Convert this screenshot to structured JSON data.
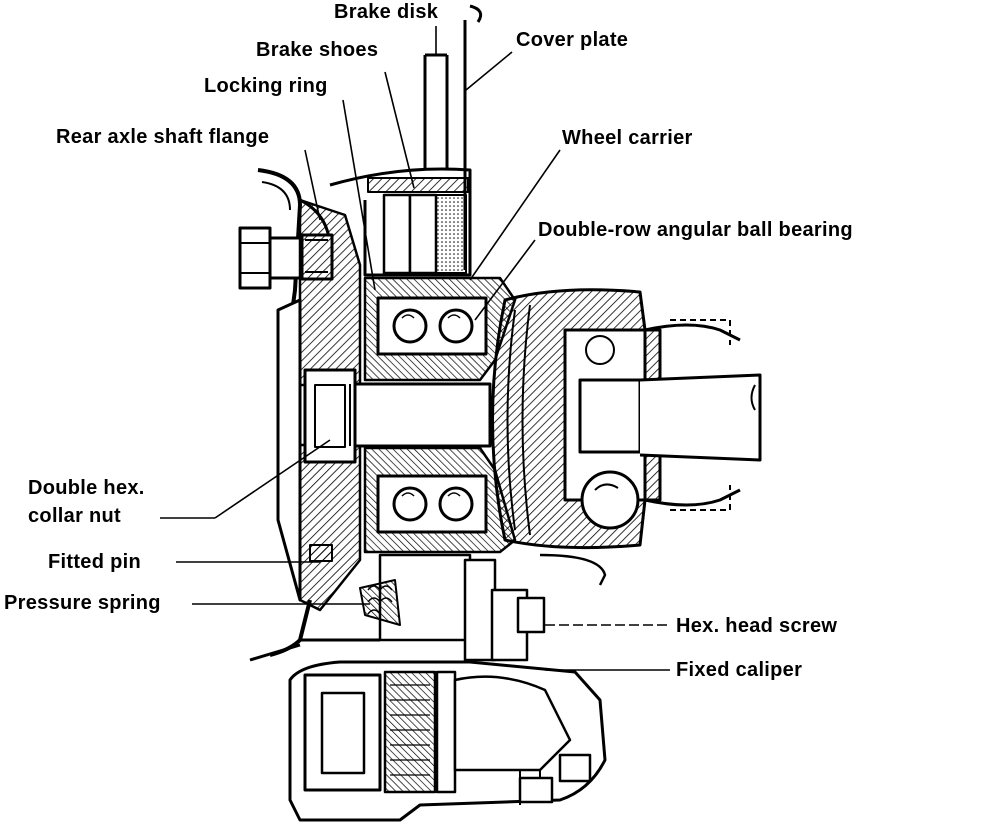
{
  "labels": {
    "brake_disk": "Brake disk",
    "brake_shoes": "Brake shoes",
    "cover_plate": "Cover plate",
    "locking_ring": "Locking ring",
    "rear_axle_shaft_flange": "Rear axle shaft flange",
    "wheel_carrier": "Wheel carrier",
    "double_row_bearing": "Double-row angular ball bearing",
    "double_hex_collar_nut_line1": "Double hex.",
    "double_hex_collar_nut_line2": "collar nut",
    "fitted_pin": "Fitted pin",
    "pressure_spring": "Pressure spring",
    "hex_head_screw": "Hex. head screw",
    "fixed_caliper": "Fixed caliper"
  },
  "colors": {
    "ink": "#000000",
    "paper": "#ffffff"
  }
}
